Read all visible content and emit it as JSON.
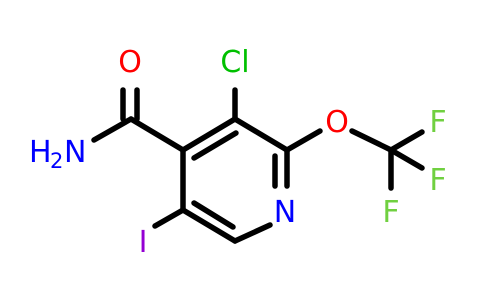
{
  "molecule": {
    "atom_labels": {
      "oxygen_carbonyl": "O",
      "amide_n": "H",
      "amide_n_sub": "2",
      "amide_n_n": "N",
      "chlorine": "Cl",
      "oxygen_ether": "O",
      "fluorine_top": "F",
      "fluorine_right": "F",
      "fluorine_bottom": "F",
      "ring_nitrogen": "N",
      "iodine": "I"
    },
    "colors": {
      "bond": "#000000",
      "oxygen": "#ff0000",
      "nitrogen": "#0000ff",
      "chlorine": "#00c000",
      "fluorine": "#70d040",
      "iodine": "#9400d3"
    }
  }
}
